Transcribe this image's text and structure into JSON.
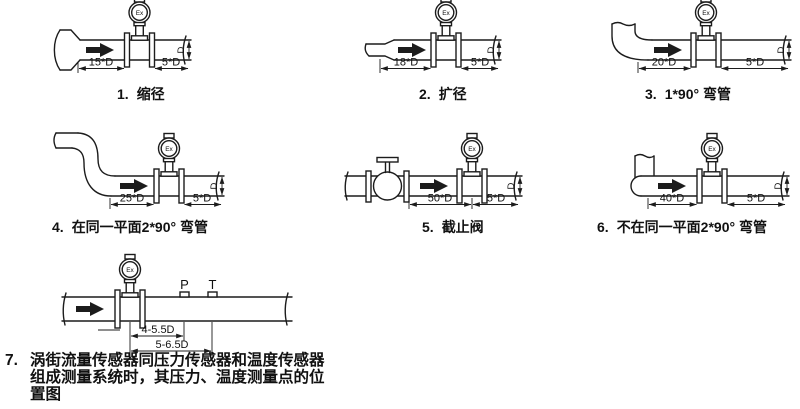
{
  "meta": {
    "background": "#ffffff",
    "ink": "#1c1c1c"
  },
  "sensor": {
    "label": "Ex"
  },
  "figures": [
    {
      "num": "1.",
      "label": "缩径",
      "up": "15*D",
      "down": "5*D",
      "dia": "D"
    },
    {
      "num": "2.",
      "label": "扩径",
      "up": "18*D",
      "down": "5*D",
      "dia": "D"
    },
    {
      "num": "3.",
      "label": "1*90° 弯管",
      "up": "20*D",
      "down": "5*D",
      "dia": "D"
    },
    {
      "num": "4.",
      "label": "在同一平面2*90° 弯管",
      "up": "25*D",
      "down": "5*D",
      "dia": "D"
    },
    {
      "num": "5.",
      "label": "截止阀",
      "up": "50*D",
      "down": "5*D",
      "dia": "D"
    },
    {
      "num": "6.",
      "label": "不在同一平面2*90° 弯管",
      "up": "40*D",
      "down": "5*D",
      "dia": "D"
    },
    {
      "num": "7.",
      "lines": [
        "涡街流量传感器同压力传感器和温度传感器",
        "组成测量系统时，其压力、温度测量点的位",
        "置图"
      ],
      "pressure": "P",
      "temperature": "T",
      "dim_p": "4-5.5D",
      "dim_t": "5-6.5D"
    }
  ]
}
